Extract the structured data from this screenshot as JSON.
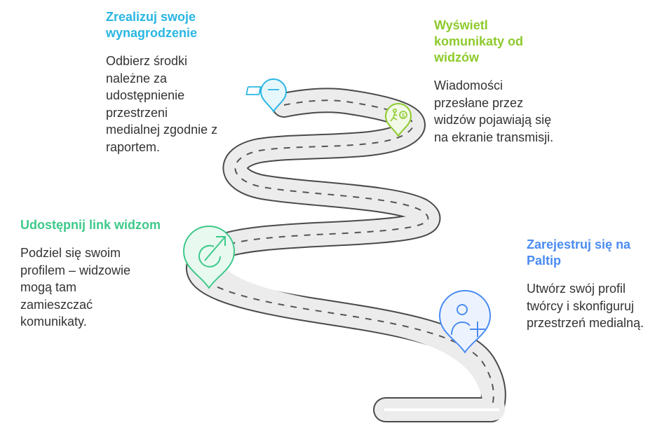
{
  "steps": [
    {
      "title": "Zrealizuj swoje\nwynagrodzenie",
      "body": "Odbierz środki\nnależne za\nudostępnienie\nprzestrzeni\nmedialnej zgodnie z\nraportem.",
      "color": "#2ab6e3",
      "icon": "credit-card-icon"
    },
    {
      "title": "Wyświetl\nkomunikaty od\nwidzów",
      "body": "Wiadomości\nprzesłane przez\nwidzów pojawiają się\nna ekranie transmisji.",
      "color": "#8dca2c",
      "icon": "runner-with-coin-icon"
    },
    {
      "title": "Udostępnij link widzom",
      "body": "Podziel się swoim\nprofilem – widzowie\nmogą tam\nzamieszczać\nkomunikaty.",
      "color": "#3ec98a",
      "icon": "share-arrow-icon"
    },
    {
      "title": "Zarejestruj się na\nPaltip",
      "body": "Utwórz swój profil\ntwórcy i skonfiguruj\nprzestrzeń medialną.",
      "color": "#4a8cf2",
      "icon": "add-user-icon"
    }
  ],
  "road_color": "#ececec",
  "road_edge_color": "#4a4a4a"
}
